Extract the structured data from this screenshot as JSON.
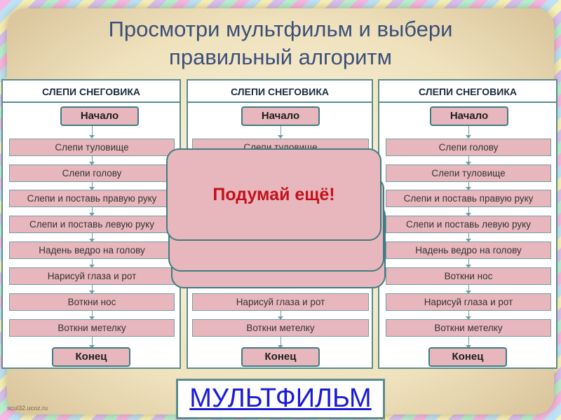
{
  "title": [
    "Просмотри мультфильм и выбери",
    "правильный алгоритм"
  ],
  "columns": [
    {
      "heading": "СЛЕПИ СНЕГОВИКА",
      "start": "Начало",
      "steps": [
        "Слепи туловище",
        "Слепи голову",
        "Слепи и поставь правую руку",
        "Слепи и поставь левую руку",
        "Надень ведро на голову",
        "Нарисуй глаза и рот",
        "Воткни нос",
        "Воткни метелку"
      ],
      "end": "Конец"
    },
    {
      "heading": "СЛЕПИ СНЕГОВИКА",
      "start": "Начало",
      "steps": [
        "Слепи туловище",
        "",
        "",
        "",
        "",
        "",
        "Нарисуй глаза и рот",
        "Воткни метелку"
      ],
      "end": "Конец"
    },
    {
      "heading": "СЛЕПИ СНЕГОВИКА",
      "start": "Начало",
      "steps": [
        "Слепи голову",
        "Слепи туловище",
        "Слепи и поставь правую руку",
        "Слепи и поставь левую руку",
        "Надень ведро на голову",
        "Воткни нос",
        "Нарисуй глаза и рот",
        "Воткни метелку"
      ],
      "end": "Конец"
    }
  ],
  "popup": {
    "message": "Подумай ещё!"
  },
  "cartoon_button": {
    "label": "МУЛЬТФИЛЬМ"
  },
  "footer": {
    "site": "scul32.ucoz.ru"
  }
}
